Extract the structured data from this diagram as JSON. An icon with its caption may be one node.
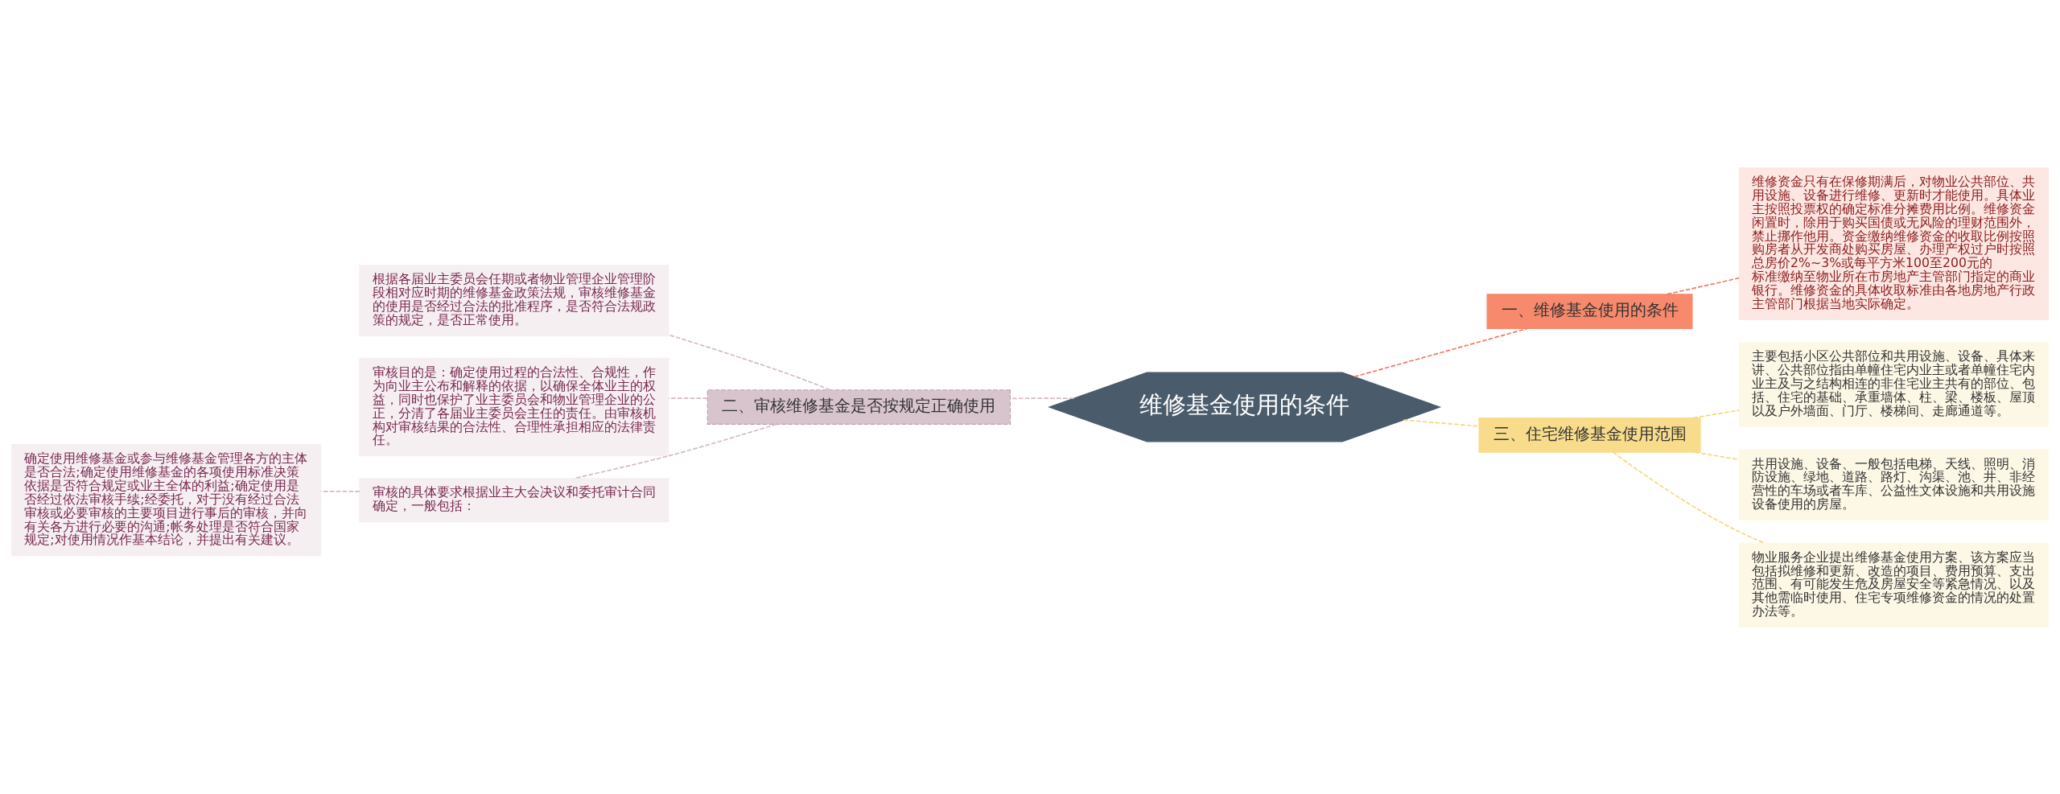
{
  "diagram": {
    "nodes": [
      {
        "text": [
          "维修基金使用的条件"
        ]
      },
      {
        "text": [
          "一、维修基金使用的条件"
        ]
      },
      {
        "text": [
          "维修资金只有在保修期满后，对物业公共部位、共用设施、设备进行维修、更新时才能使用。具体业主按照投票权的确定标准分摊费用比例。维修资金闲置时，除用于购买国债或无风险的理财范围外，禁止挪作他用。资金缴纳维修资金的收取比例按照购房者从开发商处购买房屋、办理产权过户时按照总房价2%~3%或每平方米100至200元的标准缴纳至物业所在市房地产主管部门指定的商业银行。维修资金的具体收取标准由各地房地产行政主管部门根据当地实际确定。"
        ]
      },
      {
        "text": [
          "二、审核维修基金是否按规定正确使用"
        ]
      },
      {
        "text": [
          "根据各届业主委员会任期或者物业管理企业管理阶段相对应时期的维修基金政策法规，审核维修基金的使用是否经过合法的批准程序，是否符合法规政策的规定，是否正常使用。"
        ]
      },
      {
        "text": [
          "审核目的是：确定使用过程的合法性、合规性，作为向业主公布和解释的依据，以确保全体业主的权益，同时也保护了业主委员会和物业管理企业的公正，分清了各届业主委员会主任的责任。由审核机构对审核结果的合法性、合理性承担相应的法律责任。"
        ]
      },
      {
        "text": [
          "审核的具体要求根据业主大会决议和委托审计合同确定，一般包括："
        ]
      },
      {
        "text": [
          "确定使用维修基金或参与维修基金管理各方的主体是否合法;确定使用维修基金的各项使用标准决策依据是否符合规定或业主全体的利益;确定使用是否经过依法审核手续;经委托，对于没有经过合法审核或必要审核的主要项目进行事后的审核，并向有关各方进行必要的沟通;帐务处理是否符合国家规定;对使用情况作基本结论，并提出有关建议。"
        ]
      },
      {
        "text": [
          "三、住宅维修基金使用范围"
        ]
      },
      {
        "text": [
          "主要包括小区公共部位和共用设施、设备、具体来讲、公共部位指由单幢住宅内业主或者单幢住宅内业主及与之结构相连的非住宅业主共有的部位、包括、住宅的基础、承重墙体、柱、梁、楼板、屋顶以及户外墙面、门厅、楼梯间、走廊通道等。"
        ]
      },
      {
        "text": [
          "共用设施、设备、一般包括电梯、天线、照明、消防设施、绿地、道路、路灯、沟渠、池、井、非经营性的车场或者车库、公益性文体设施和共用设施设备使用的房屋。"
        ]
      },
      {
        "text": [
          "物业服务企业提出维修基金使用方案、该方案应当包括拟维修和更新、改造的项目、费用预算、支出范围、有可能发生危及房屋安全等紧急情况、以及其他需临时使用、住宅专项维修资金的情况的处置办法等。"
        ]
      }
    ],
    "edges": [
      {
        "from": 0,
        "to": 1,
        "arrow": "none",
        "style": "dashed",
        "color": "#f07a62"
      },
      {
        "from": 1,
        "to": 2,
        "arrow": "none",
        "style": "dashed",
        "color": "#f07a62"
      },
      {
        "from": 0,
        "to": 3,
        "arrow": "none",
        "style": "dashed",
        "color": "#d5b8c5"
      },
      {
        "from": 3,
        "to": 4,
        "arrow": "none",
        "style": "dashed",
        "color": "#d5b8c5"
      },
      {
        "from": 3,
        "to": 5,
        "arrow": "none",
        "style": "dashed",
        "color": "#d5b8c5"
      },
      {
        "from": 3,
        "to": 6,
        "arrow": "none",
        "style": "dashed",
        "color": "#d5b8c5"
      },
      {
        "from": 6,
        "to": 7,
        "arrow": "none",
        "style": "dashed",
        "color": "#d5b8c5"
      },
      {
        "from": 0,
        "to": 8,
        "arrow": "none",
        "style": "dashed",
        "color": "#f5d77a"
      },
      {
        "from": 8,
        "to": 9,
        "arrow": "none",
        "style": "dashed",
        "color": "#f5d77a"
      },
      {
        "from": 8,
        "to": 10,
        "arrow": "none",
        "style": "dashed",
        "color": "#f5d77a"
      },
      {
        "from": 8,
        "to": 11,
        "arrow": "none",
        "style": "dashed",
        "color": "#f5d77a"
      }
    ]
  }
}
